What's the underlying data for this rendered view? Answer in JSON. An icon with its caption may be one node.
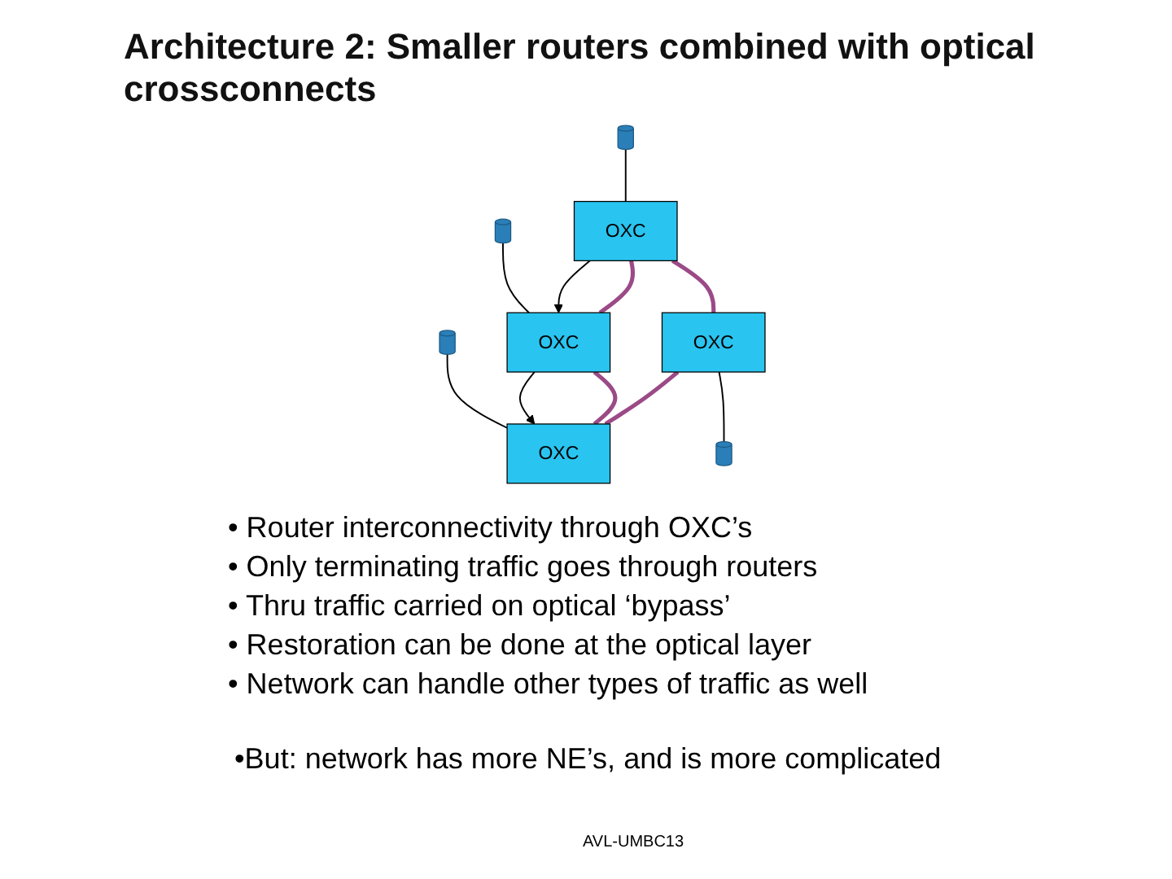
{
  "diagram": {
    "title": "Architecture 2: Smaller routers combined with optical crossconnects",
    "nodes": [
      {
        "text": [],
        "shape": "cylinder"
      },
      {
        "text": [],
        "shape": "cylinder"
      },
      {
        "text": [],
        "shape": "cylinder"
      },
      {
        "text": [
          "OXC"
        ]
      },
      {
        "text": [
          "OXC"
        ]
      },
      {
        "text": [
          "OXC"
        ]
      },
      {
        "text": [
          "OXC"
        ]
      },
      {
        "text": [],
        "shape": "cylinder"
      }
    ],
    "edges": [
      {
        "from": 4,
        "to": 3,
        "arrow": "to"
      },
      {
        "from": 3,
        "to": 5,
        "arrow": "to"
      },
      {
        "from": 4,
        "to": 3,
        "arrow": "none",
        "style": "thick",
        "color": "#9b4a87"
      },
      {
        "from": 3,
        "to": 5,
        "arrow": "none",
        "style": "thick",
        "color": "#9b4a87"
      },
      {
        "from": 4,
        "to": 6,
        "arrow": "none",
        "style": "thick",
        "color": "#9b4a87"
      },
      {
        "from": 6,
        "to": 5,
        "arrow": "none",
        "style": "thick",
        "color": "#9b4a87"
      },
      {
        "from": 0,
        "to": 3,
        "arrow": "none"
      },
      {
        "from": 1,
        "to": 4,
        "arrow": "none"
      },
      {
        "from": 2,
        "to": 5,
        "arrow": "none"
      },
      {
        "from": 6,
        "to": 7,
        "arrow": "none"
      }
    ],
    "labels": [
      "• Router interconnectivity through OXC’s",
      "• Only terminating traffic goes through routers",
      "• Thru traffic carried on optical ‘bypass’",
      "• Restoration can be done at the optical layer",
      "• Network can handle other types of traffic as well",
      "•But: network has more NE’s, and is more complicated",
      "AVL-UMBC13"
    ]
  }
}
